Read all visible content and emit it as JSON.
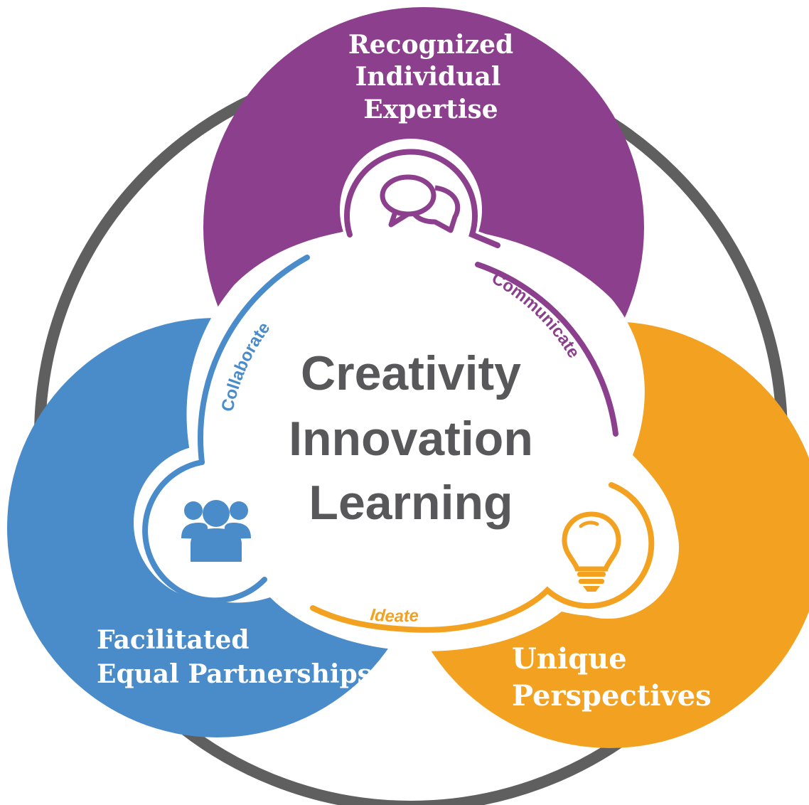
{
  "colors": {
    "purple": "#8b3f8d",
    "blue": "#4a8bc9",
    "orange": "#f2a220",
    "outer_ring": "#5f5f5f",
    "center_text": "#58585a"
  },
  "circles": {
    "top": {
      "lines": [
        "Recognized",
        "Individual",
        "Expertise"
      ],
      "icon": "speech-bubbles-icon"
    },
    "left": {
      "lines": [
        "Facilitated",
        "Equal Partnerships"
      ],
      "icon": "people-group-icon"
    },
    "right": {
      "lines": [
        "Unique",
        "Perspectives"
      ],
      "icon": "lightbulb-icon"
    }
  },
  "center": {
    "lines": [
      "Creativity",
      "Innovation",
      "Learning"
    ]
  },
  "arc_labels": {
    "collaborate": "Collaborate",
    "communicate": "Communicate",
    "ideate": "Ideate"
  }
}
